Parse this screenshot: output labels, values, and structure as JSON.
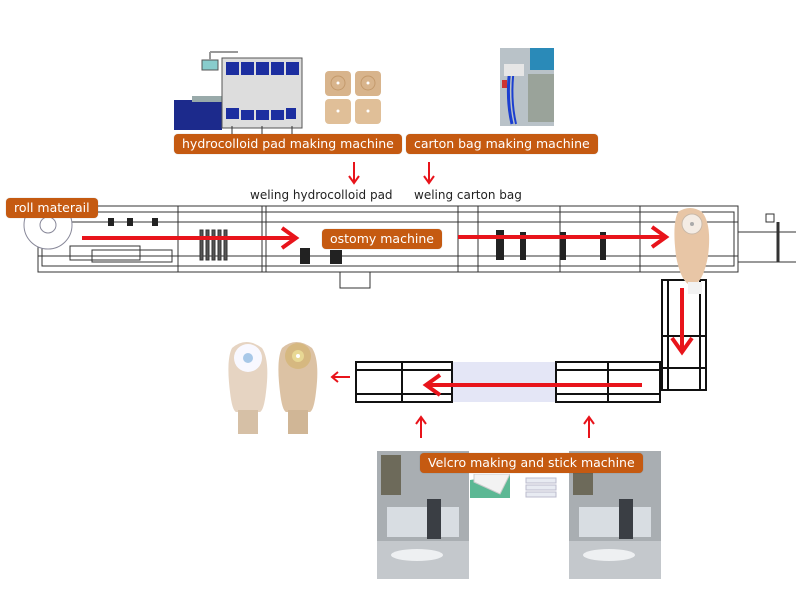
{
  "labels": {
    "roll_material": "roll materail",
    "hydrocolloid_machine": "hydrocolloid pad making machine",
    "carton_bag_machine": "carton bag making machine",
    "ostomy_machine": "ostomy machine",
    "velcro_machine": "Velcro making and stick machine"
  },
  "captions": {
    "hydrocolloid_pad": "weling hydrocolloid pad",
    "carton_bag": "weling carton bag"
  },
  "colors": {
    "label_bg": "#c55a11",
    "arrow": "#e8141b",
    "frame": "#1a1a1a"
  },
  "images": {
    "hydrocolloid_machine_photo": "hydrocolloid pad making machine",
    "hydrocolloid_pads": "hydrocolloid pads",
    "carton_bag_machine_photo": "carton bag making machine",
    "ostomy_bag_on_line": "ostomy bag",
    "finished_bags": "finished ostomy bags",
    "velcro_machine_photo": "velcro machine",
    "velcro_strips": "velcro strips"
  }
}
